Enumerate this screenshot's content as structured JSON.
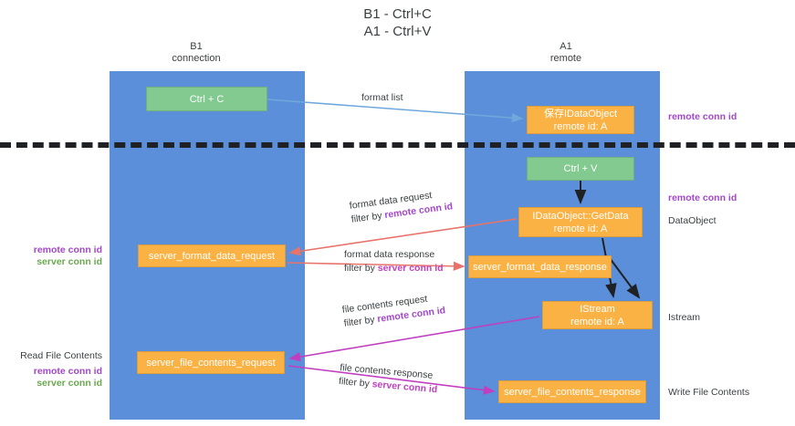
{
  "title": {
    "line1": "B1 - Ctrl+C",
    "line2": "A1 - Ctrl+V"
  },
  "columns": {
    "left": {
      "name": "B1",
      "role": "connection"
    },
    "right": {
      "name": "A1",
      "role": "remote"
    }
  },
  "nodes": {
    "ctrl_c": {
      "label": "Ctrl + C",
      "color": "#82ca8f"
    },
    "save_idataobject": {
      "line1": "保存IDataObject",
      "line2": "remote id: A",
      "color": "#fbb244"
    },
    "ctrl_v": {
      "label": "Ctrl + V",
      "color": "#82ca8f"
    },
    "getdata": {
      "line1": "IDataObject::GetData",
      "line2": "remote id: A",
      "color": "#fbb244"
    },
    "server_format_data_request": {
      "label": "server_format_data_request",
      "color": "#fbb244"
    },
    "server_format_data_response": {
      "label": "server_format_data_response",
      "color": "#fbb244"
    },
    "istream": {
      "line1": "IStream",
      "line2": "remote id: A",
      "color": "#fbb244"
    },
    "server_file_contents_request": {
      "label": "server_file_contents_request",
      "color": "#fbb244"
    },
    "server_file_contents_response": {
      "label": "server_file_contents_response",
      "color": "#fbb244"
    }
  },
  "edges": {
    "format_list": {
      "line1": "format list"
    },
    "format_data_request": {
      "line1": "format data request",
      "line2_prefix": "filter by ",
      "line2_key": "remote conn id"
    },
    "format_data_response": {
      "line1": "format data response",
      "line2_prefix": "filter by ",
      "line2_key": "server conn id"
    },
    "file_contents_request": {
      "line1": "file contents request",
      "line2_prefix": "filter by ",
      "line2_key": "remote conn id"
    },
    "file_contents_response": {
      "line1": "file contents response",
      "line2_prefix": "filter by ",
      "line2_key": "server conn id"
    }
  },
  "annotations": {
    "right_remote_conn_id_top": "remote conn id",
    "right_remote_conn_id_mid": "remote conn id",
    "right_dataobject": "DataObject",
    "right_istream": "Istream",
    "right_write_file_contents": "Write File Contents",
    "left_read_file_contents": "Read File Contents",
    "key_remote_conn_id": "remote conn id",
    "key_server_conn_id": "server conn id"
  },
  "colors": {
    "lane": "#5b8fd9",
    "green_node": "#82ca8f",
    "orange_node": "#fbb244",
    "remote_key": "#a347c9",
    "server_key": "#6aa84f",
    "arrow_blue": "#6fa8dc",
    "arrow_red": "#e8736b",
    "arrow_magenta": "#c03fc0",
    "arrow_black": "#202124",
    "divider": "#202124",
    "background": "#ffffff"
  }
}
